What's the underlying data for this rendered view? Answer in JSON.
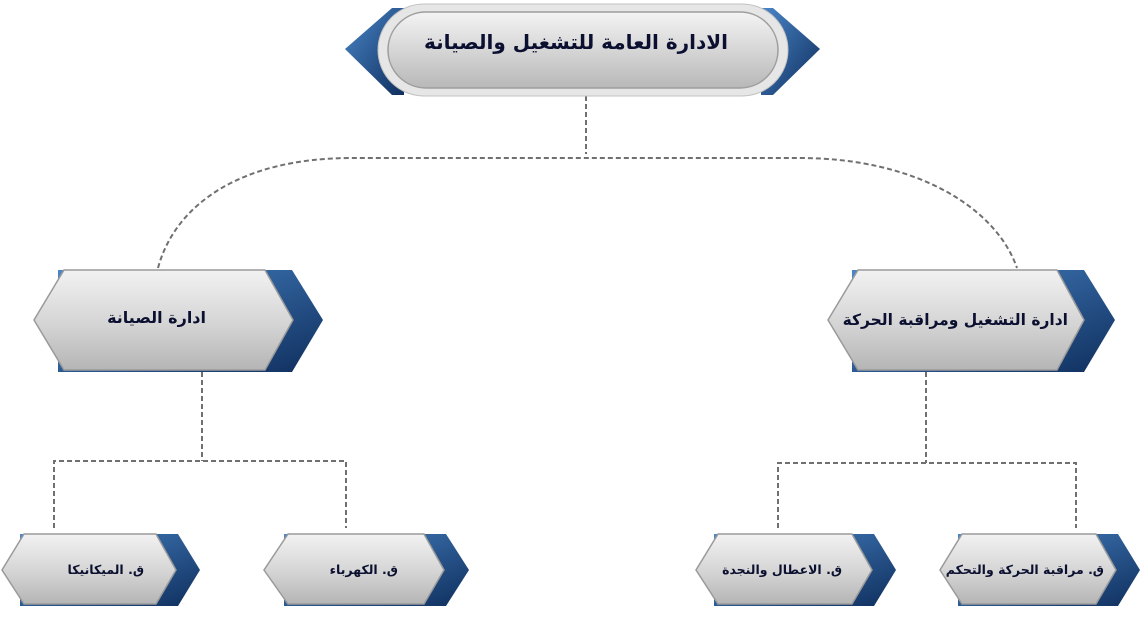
{
  "diagram": {
    "root": {
      "label": "الادارة العامة للتشغيل والصيانة"
    },
    "departments": [
      {
        "label": "ادارة التشغيل ومراقبة الحركة",
        "sections": [
          {
            "label": "ق. مراقبة الحركة والتحكم"
          },
          {
            "label": "ق. الاعطال والنجدة"
          }
        ]
      },
      {
        "label": "ادارة الصيانة",
        "sections": [
          {
            "label": "ق. الكهرباء"
          },
          {
            "label": "ق. الميكانيكا"
          }
        ]
      }
    ]
  },
  "colors": {
    "accent_dark": "#123a6b",
    "accent_light": "#3d76b8",
    "box_fill_light": "#eeeeee",
    "box_fill_dark": "#bdbdbd",
    "connector": "#707070",
    "text": "#0b1030"
  }
}
